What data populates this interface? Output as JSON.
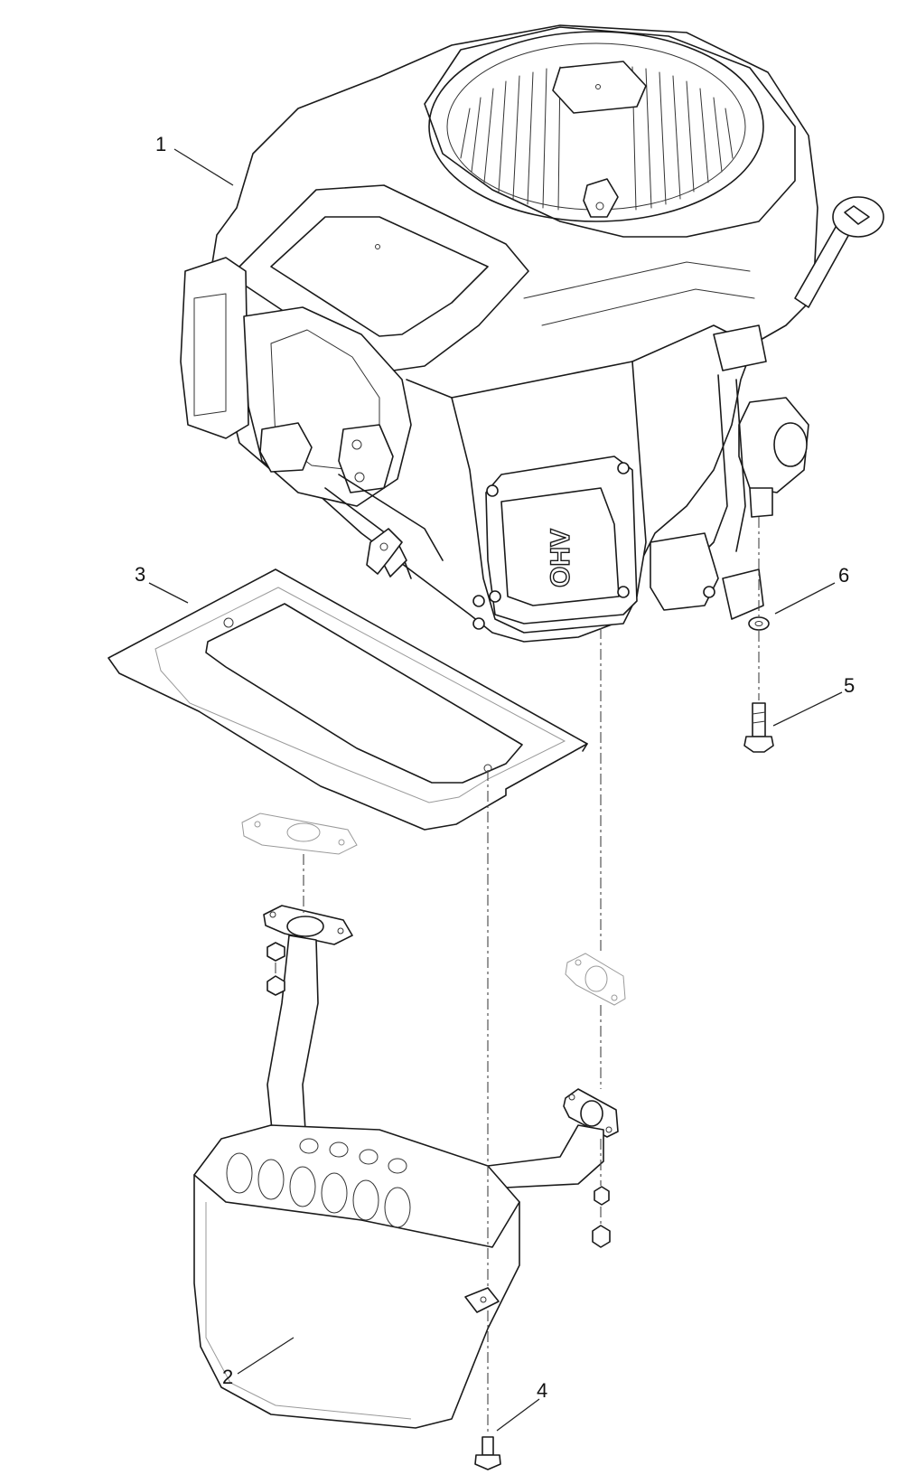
{
  "callouts": [
    {
      "id": "1",
      "label": "1"
    },
    {
      "id": "2",
      "label": "2"
    },
    {
      "id": "3",
      "label": "3"
    },
    {
      "id": "4",
      "label": "4"
    },
    {
      "id": "5",
      "label": "5"
    },
    {
      "id": "6",
      "label": "6"
    }
  ],
  "engine_label": "OHV"
}
